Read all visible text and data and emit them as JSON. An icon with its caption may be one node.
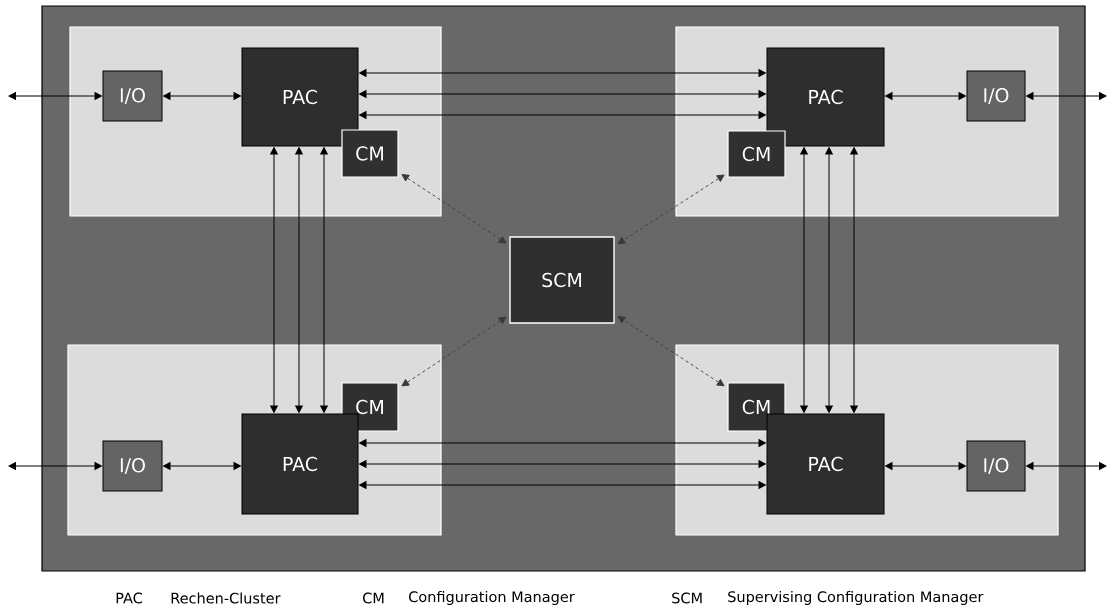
{
  "diagram": {
    "nodes": [
      {
        "text": [],
        "shape": "box"
      },
      {
        "text": [],
        "shape": "box",
        "in": 0
      },
      {
        "text": [
          "I/O"
        ],
        "in": 1
      },
      {
        "text": [
          "PAC"
        ],
        "in": 1
      },
      {
        "text": [
          "CM"
        ],
        "in": 1
      },
      {
        "text": [],
        "shape": "box",
        "in": 0
      },
      {
        "text": [
          "PAC"
        ],
        "in": 5
      },
      {
        "text": [
          "CM"
        ],
        "in": 5
      },
      {
        "text": [
          "I/O"
        ],
        "in": 5
      },
      {
        "text": [
          "SCM"
        ],
        "in": 0
      },
      {
        "text": [],
        "shape": "box",
        "in": 0
      },
      {
        "text": [
          "CM"
        ],
        "in": 10
      },
      {
        "text": [
          "I/O"
        ],
        "in": 10
      },
      {
        "text": [
          "PAC"
        ],
        "in": 10
      },
      {
        "text": [],
        "shape": "box",
        "in": 0
      },
      {
        "text": [
          "CM"
        ],
        "in": 14
      },
      {
        "text": [
          "PAC"
        ],
        "in": 14
      },
      {
        "text": [
          "I/O"
        ],
        "in": 14
      }
    ],
    "edges": [
      {
        "from": null,
        "to": 2,
        "arrow": "both"
      },
      {
        "from": 2,
        "to": 3,
        "arrow": "both"
      },
      {
        "from": 3,
        "to": 6,
        "arrow": "both"
      },
      {
        "from": 3,
        "to": 6,
        "arrow": "both"
      },
      {
        "from": 3,
        "to": 6,
        "arrow": "both"
      },
      {
        "from": 6,
        "to": 8,
        "arrow": "both"
      },
      {
        "from": 8,
        "to": null,
        "arrow": "both"
      },
      {
        "from": 3,
        "to": 13,
        "arrow": "both"
      },
      {
        "from": 3,
        "to": 13,
        "arrow": "both"
      },
      {
        "from": 3,
        "to": 13,
        "arrow": "both"
      },
      {
        "from": 6,
        "to": 16,
        "arrow": "both"
      },
      {
        "from": 6,
        "to": 16,
        "arrow": "both"
      },
      {
        "from": 6,
        "to": 16,
        "arrow": "both"
      },
      {
        "from": null,
        "to": 12,
        "arrow": "both"
      },
      {
        "from": 12,
        "to": 13,
        "arrow": "both"
      },
      {
        "from": 13,
        "to": 16,
        "arrow": "both"
      },
      {
        "from": 13,
        "to": 16,
        "arrow": "both"
      },
      {
        "from": 13,
        "to": 16,
        "arrow": "both"
      },
      {
        "from": 16,
        "to": 17,
        "arrow": "both"
      },
      {
        "from": 17,
        "to": null,
        "arrow": "both"
      },
      {
        "from": 4,
        "to": 9,
        "arrow": "both",
        "style": "dashed",
        "color": "#3a3a3a"
      },
      {
        "from": 7,
        "to": 9,
        "arrow": "both",
        "style": "dashed",
        "color": "#3a3a3a"
      },
      {
        "from": 11,
        "to": 9,
        "arrow": "both",
        "style": "dashed",
        "color": "#3a3a3a"
      },
      {
        "from": 15,
        "to": 9,
        "arrow": "both",
        "style": "dashed",
        "color": "#3a3a3a"
      }
    ],
    "labels": [
      "PAC",
      "Rechen-Cluster",
      "CM",
      "Configuration Manager",
      "SCM",
      "Supervising Configuration Manager"
    ]
  }
}
